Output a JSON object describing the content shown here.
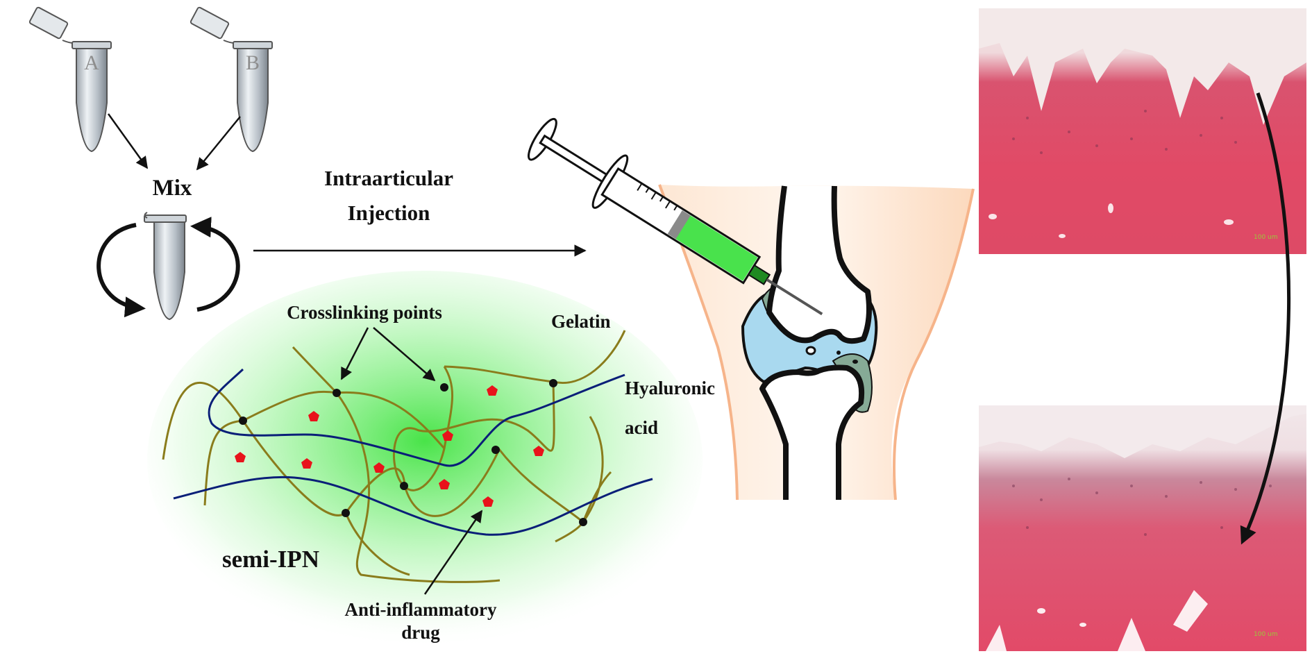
{
  "tubes": {
    "a_letter": "A",
    "b_letter": "B"
  },
  "labels": {
    "mix": "Mix",
    "injection_line1": "Intraarticular",
    "injection_line2": "Injection",
    "crosslinking": "Crosslinking points",
    "gelatin": "Gelatin",
    "hyaluronic_line1": "Hyaluronic",
    "hyaluronic_line2": "acid",
    "semi_ipn": "semi-IPN",
    "drug_line1": "Anti-inflammatory",
    "drug_line2": "drug"
  },
  "histology": {
    "top_scale": "100 um",
    "bottom_scale": "100 um"
  },
  "colors": {
    "gelatin_strand": "#8a7c1c",
    "hyaluronic_strand": "#0a1f78",
    "drug": "#e8131b",
    "gel_glow": "#3fe23f",
    "synovial_fluid": "#a9d9ef",
    "cartilage": "#86aa96",
    "skin": "#fde1c8",
    "skin_edge": "#f6b48a",
    "syringe_gel": "#49e24c",
    "tissue": "#d9516c"
  }
}
